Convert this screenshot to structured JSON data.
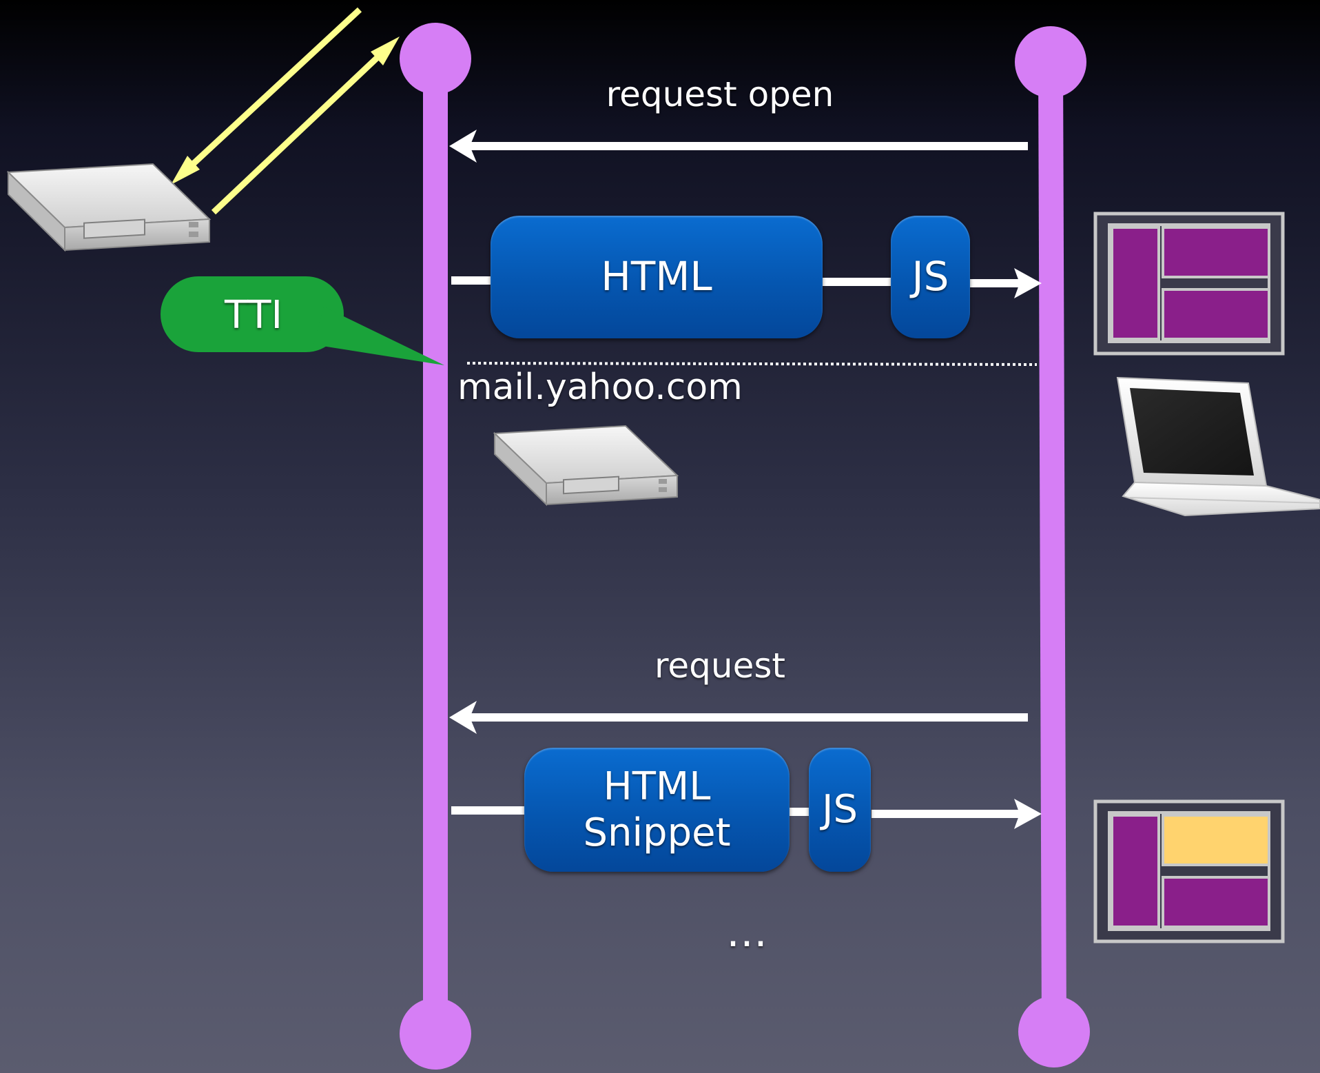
{
  "flow": {
    "request_open_label": "request open",
    "html_label": "HTML",
    "js_label": "JS",
    "tti_label": "TTI",
    "domain_label": "mail.yahoo.com",
    "request_label": "request",
    "snippet_line1": "HTML",
    "snippet_line2": "Snippet",
    "snippet_js_label": "JS",
    "ellipsis": "…"
  },
  "colors": {
    "lifeline": "#d67ef5",
    "arrow": "#ffffff",
    "ingress_arrow": "#fdff8c",
    "tti_bubble": "#1aa33a",
    "box_blue": "#0556b0",
    "panel_purple": "#8a1f8a",
    "panel_highlight": "#ffd36e"
  },
  "icons": {
    "server": "server-icon",
    "laptop": "laptop-icon",
    "page_layout": "page-layout-icon"
  }
}
